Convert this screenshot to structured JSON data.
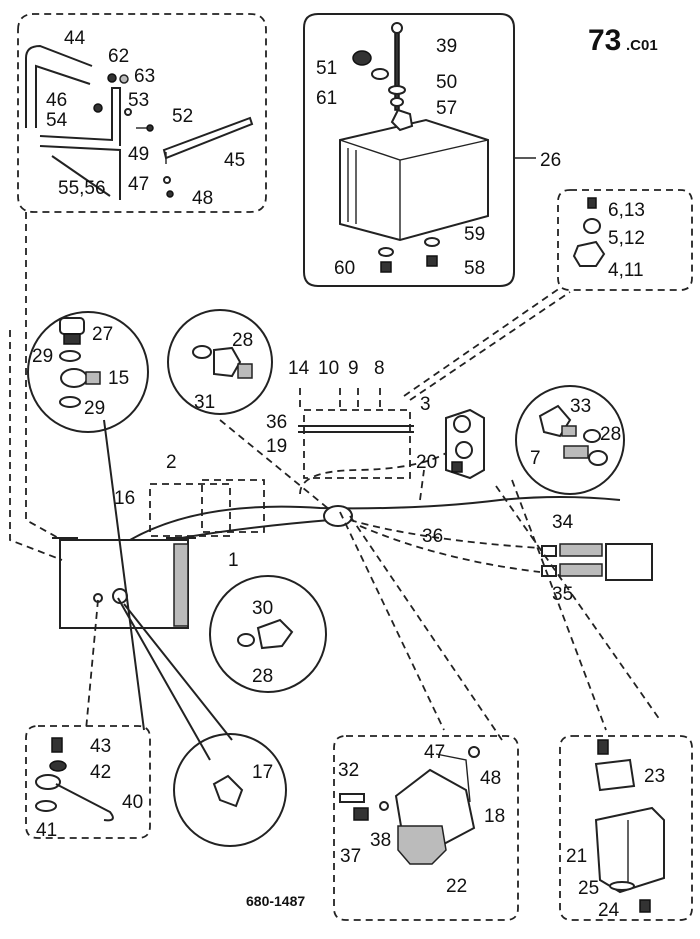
{
  "header": {
    "page_code": "73",
    "page_suffix": ".C01"
  },
  "footer": {
    "drawing_number": "680-1487"
  },
  "labels": {
    "l44": "44",
    "l62": "62",
    "l63": "63",
    "l46": "46",
    "l53": "53",
    "l54": "54",
    "l52": "52",
    "l49": "49",
    "l45": "45",
    "l47a": "47",
    "l48a": "48",
    "l5556": "55,56",
    "l51": "51",
    "l39": "39",
    "l61": "61",
    "l50": "50",
    "l57": "57",
    "l26": "26",
    "l59": "59",
    "l60": "60",
    "l58": "58",
    "l613": "6,13",
    "l512": "5,12",
    "l411": "4,11",
    "l27": "27",
    "l29a": "29",
    "l15": "15",
    "l29b": "29",
    "l28a": "28",
    "l31": "31",
    "l14": "14",
    "l10": "10",
    "l9": "9",
    "l8": "8",
    "l3": "3",
    "l36a": "36",
    "l19": "19",
    "l20": "20",
    "l33": "33",
    "l28b": "28",
    "l7": "7",
    "l2": "2",
    "l16": "16",
    "l1": "1",
    "l36b": "36",
    "l34": "34",
    "l35": "35",
    "l30": "30",
    "l28c": "28",
    "l43": "43",
    "l42": "42",
    "l40": "40",
    "l41": "41",
    "l17": "17",
    "l47b": "47",
    "l48b": "48",
    "l32": "32",
    "l18": "18",
    "l37": "37",
    "l38": "38",
    "l22": "22",
    "l23": "23",
    "l21": "21",
    "l25": "25",
    "l24": "24"
  }
}
